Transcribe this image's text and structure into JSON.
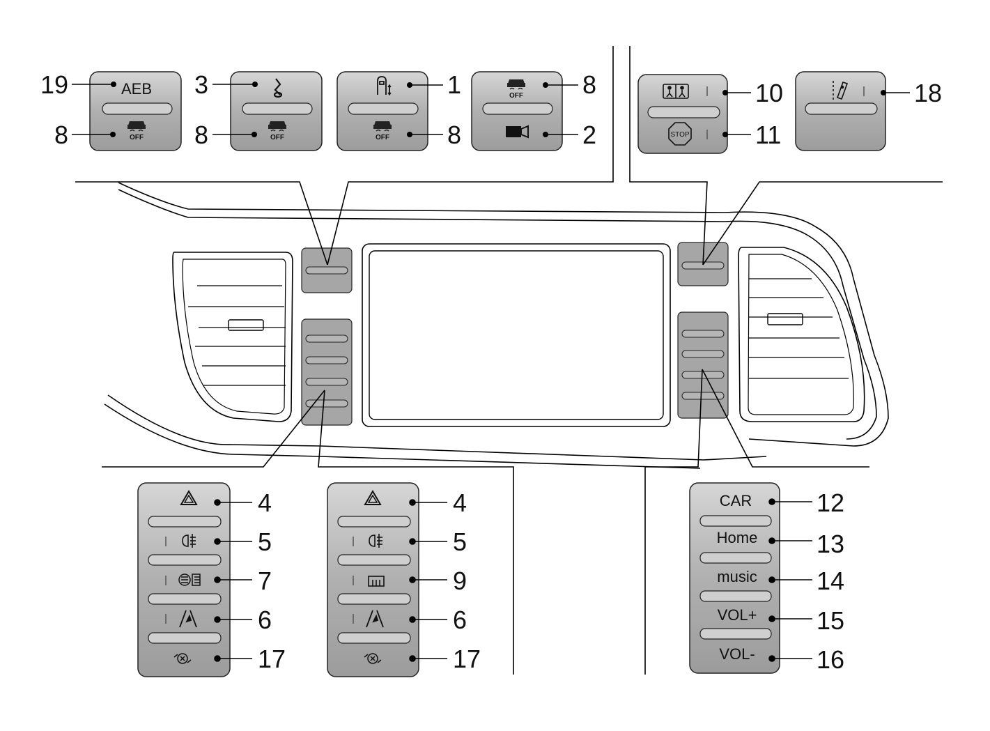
{
  "switch_group_top_1": {
    "upper": "AEB",
    "upper_callout": "19",
    "lower_callout": "8"
  },
  "switch_group_top_2": {
    "upper_callout": "3",
    "lower_callout": "8"
  },
  "switch_group_top_3": {
    "upper_callout": "1",
    "lower_callout": "8"
  },
  "switch_group_top_4": {
    "upper_callout": "8",
    "lower_callout": "2"
  },
  "switch_group_top_5": {
    "upper_callout": "10",
    "lower_callout": "11",
    "stop_text": "STOP"
  },
  "switch_group_top_6": {
    "callout": "18"
  },
  "off_label": "OFF",
  "left_panel": [
    {
      "icon": "hazard-icon",
      "callout": "4"
    },
    {
      "icon": "rear-fog-light-icon",
      "callout": "5"
    },
    {
      "icon": "front-fog-light-icon",
      "callout": "7"
    },
    {
      "icon": "lane-assist-icon",
      "callout": "6"
    },
    {
      "icon": "recirculation-icon",
      "callout": "17"
    }
  ],
  "middle_panel": [
    {
      "icon": "hazard-icon",
      "callout": "4"
    },
    {
      "icon": "rear-fog-light-icon",
      "callout": "5"
    },
    {
      "icon": "rear-defrost-icon",
      "callout": "9"
    },
    {
      "icon": "lane-assist-icon",
      "callout": "6"
    },
    {
      "icon": "recirculation-icon",
      "callout": "17"
    }
  ],
  "right_panel": [
    {
      "label": "CAR",
      "callout": "12"
    },
    {
      "label": "Home",
      "callout": "13"
    },
    {
      "label": "music",
      "callout": "14"
    },
    {
      "label": "VOL+",
      "callout": "15"
    },
    {
      "label": "VOL-",
      "callout": "16"
    }
  ],
  "colors": {
    "button_fill": "#a8a8a8",
    "button_light": "#d4d4d4",
    "line": "#000000"
  }
}
